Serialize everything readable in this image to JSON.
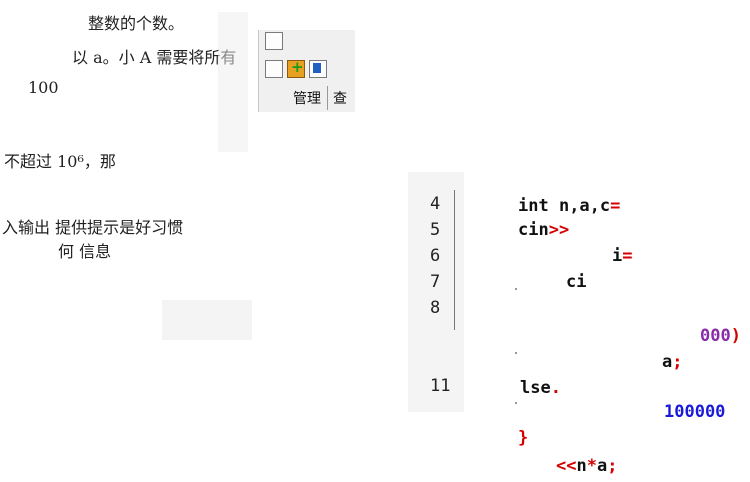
{
  "doc_fragments": [
    {
      "text": "整数的个数。"
    },
    {
      "text": "以 a。小 A 需要将所有"
    },
    {
      "text": "100"
    },
    {
      "text": "不超过 10⁶，那"
    },
    {
      "text": "入输出 提供提示是好习惯"
    },
    {
      "text": "何  信息"
    }
  ],
  "toolbar": {
    "tabs": [
      "管理",
      "查"
    ]
  },
  "editor": {
    "line_numbers": [
      "4",
      "5",
      "6",
      "7",
      "8",
      "11"
    ],
    "code_lines": [
      {
        "parts": [
          {
            "t": "int ",
            "c": "#111"
          },
          {
            "t": "n,a,c",
            "c": "#111"
          },
          {
            "t": "=",
            "c": "#d40000"
          }
        ]
      },
      {
        "parts": [
          {
            "t": "cin",
            "c": "#111"
          },
          {
            "t": ">>",
            "c": "#d40000"
          }
        ]
      },
      {
        "parts": [
          {
            "t": "i",
            "c": "#111"
          },
          {
            "t": "=",
            "c": "#d40000"
          }
        ]
      },
      {
        "parts": [
          {
            "t": "ci",
            "c": "#111"
          }
        ]
      },
      {
        "parts": [
          {
            "t": "000",
            "c": "#8a2ba8"
          },
          {
            "t": ")",
            "c": "#d40000"
          }
        ]
      },
      {
        "parts": [
          {
            "t": "a",
            "c": "#111"
          },
          {
            "t": ";",
            "c": "#d40000"
          }
        ]
      },
      {
        "parts": [
          {
            "t": "lse",
            "c": "#111"
          },
          {
            "t": ".",
            "c": "#d40000"
          }
        ]
      },
      {
        "parts": [
          {
            "t": "100000",
            "c": "#1a1ad8"
          }
        ]
      },
      {
        "parts": [
          {
            "t": "}",
            "c": "#d40000"
          }
        ]
      },
      {
        "parts": [
          {
            "t": "<<",
            "c": "#d40000"
          },
          {
            "t": "n",
            "c": "#111"
          },
          {
            "t": "*",
            "c": "#d40000"
          },
          {
            "t": "a",
            "c": "#111"
          },
          {
            "t": ";",
            "c": "#d40000"
          }
        ]
      }
    ]
  }
}
